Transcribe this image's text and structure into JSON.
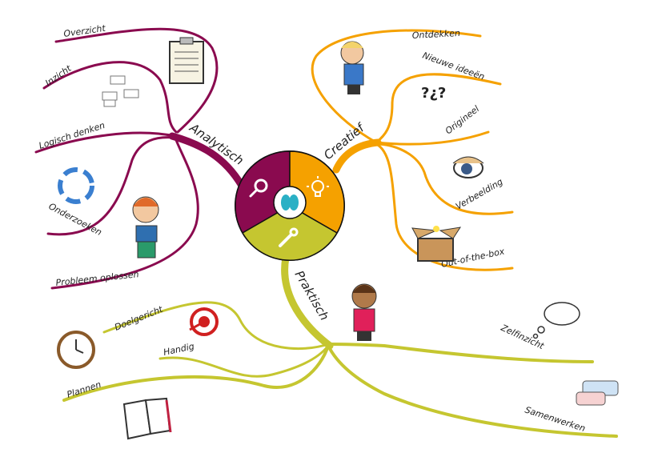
{
  "colors": {
    "analytical": "#8a0a4f",
    "creative": "#f5a100",
    "practical": "#c5c630",
    "brain": "#2ab0c5"
  },
  "branches": {
    "analytisch": {
      "label": "Analytisch",
      "items": [
        "Overzicht",
        "Inzicht",
        "Logisch denken",
        "Onderzoeken",
        "Probleem oplossen"
      ]
    },
    "creatief": {
      "label": "Creatief",
      "items": [
        "Ontdekken",
        "Nieuwe ideeën",
        "Origineel",
        "Verbeelding",
        "Out-of-the-box"
      ]
    },
    "praktisch": {
      "label": "Praktisch",
      "items": [
        "Doelgericht",
        "Handig",
        "Plannen",
        "Zelfinzicht",
        "Samenwerken"
      ]
    }
  },
  "icons": {
    "analytisch": "magnifier-icon",
    "creatief": "lightbulb-icon",
    "praktisch": "wrench-icon",
    "center": "brain-icon"
  }
}
